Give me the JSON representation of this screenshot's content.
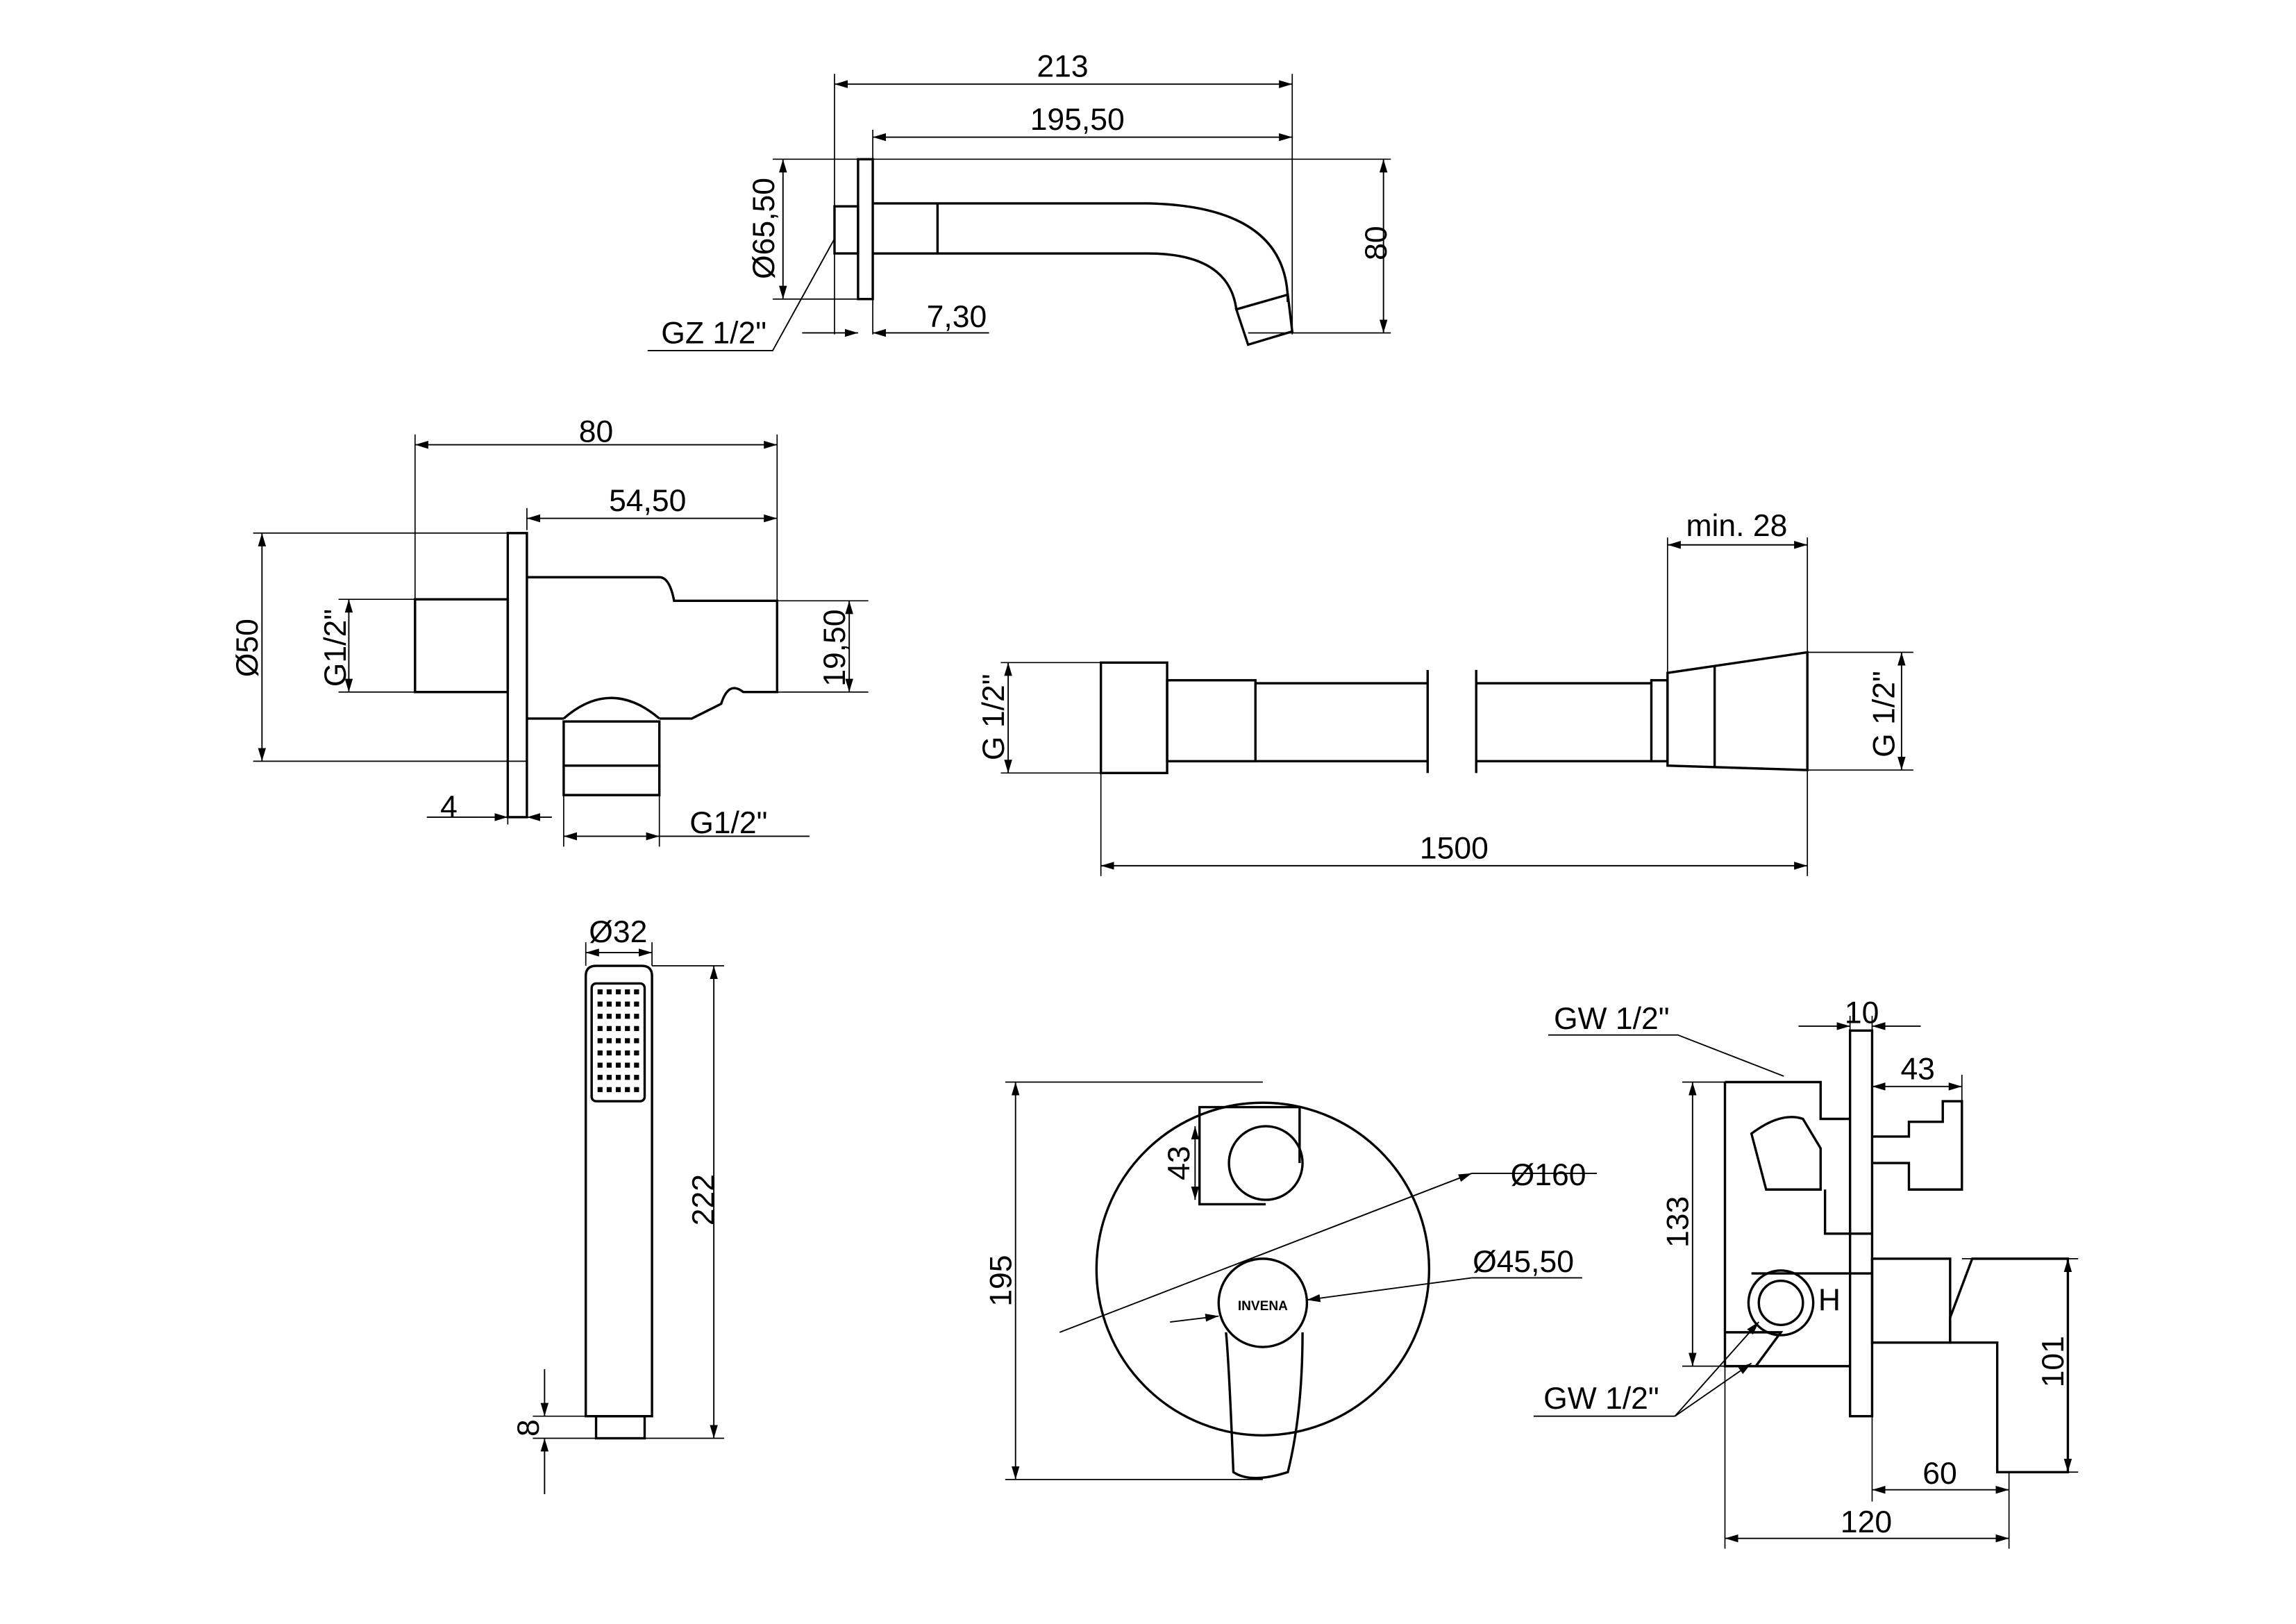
{
  "spout": {
    "len_total": "213",
    "len_body": "195,50",
    "height": "80",
    "plate_diam": "Ø65,50",
    "thread": "GZ 1/2\"",
    "plate_thk": "7,30"
  },
  "wall_connector": {
    "width": "80",
    "body_width": "54,50",
    "diam": "Ø50",
    "thread_in": "G1/2\"",
    "height": "19,50",
    "plate_thk": "4",
    "thread_out": "G1/2\""
  },
  "hose": {
    "min_len": "min. 28",
    "thread_left": "G 1/2\"",
    "thread_right": "G 1/2\"",
    "length": "1500"
  },
  "hand_shower": {
    "diam": "Ø32",
    "length": "222",
    "thread_len": "8"
  },
  "mixer_front": {
    "plate_h": "195",
    "knob_h": "43",
    "plate_diam": "Ø160",
    "handle_diam": "Ø45,50",
    "logo": "INVENA"
  },
  "mixer_side": {
    "outlet_top": "GW 1/2\"",
    "plate_thk": "10",
    "knob_depth": "43",
    "height": "133",
    "handle_h": "101",
    "handle_depth": "60",
    "total_depth": "120",
    "outlet_bottom": "GW 1/2\"",
    "hot_mark": "H"
  }
}
